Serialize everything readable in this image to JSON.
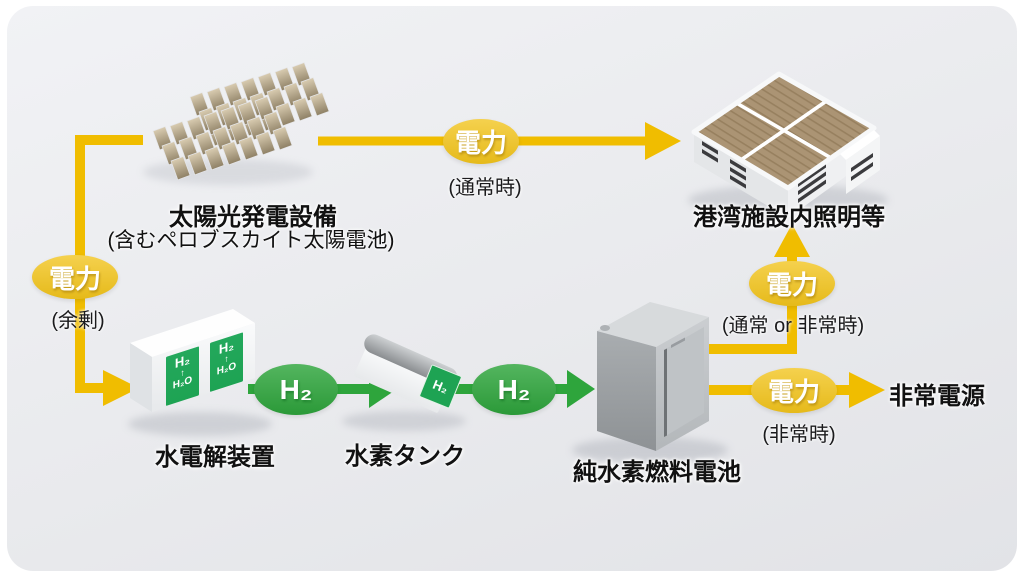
{
  "nodes": {
    "solar": {
      "label": "太陽光発電設備",
      "sublabel": "(含むペロブスカイト太陽電池)"
    },
    "port_facility": {
      "label": "港湾施設内照明等"
    },
    "electrolyzer": {
      "label": "水電解装置",
      "panel": {
        "line1": "H₂",
        "line2": "↑",
        "line3": "H₂O"
      }
    },
    "hydrogen_tank": {
      "label": "水素タンク",
      "tag": "H₂"
    },
    "fuel_cell": {
      "label": "純水素燃料電池"
    },
    "emergency_power": {
      "label": "非常電源"
    }
  },
  "flows": {
    "solar_to_port": {
      "badge": "電力",
      "caption": "(通常時)"
    },
    "solar_to_electrolyzer": {
      "badge": "電力",
      "caption": "(余剰)"
    },
    "electrolyzer_to_tank": {
      "badge": "H₂"
    },
    "tank_to_fuel_cell": {
      "badge": "H₂"
    },
    "fuel_cell_to_port": {
      "badge": "電力",
      "caption": "(通常 or 非常時)"
    },
    "fuel_cell_to_emergency": {
      "badge": "電力",
      "caption": "(非常時)"
    }
  },
  "colors": {
    "power_line": "#F0BD00",
    "power_badge": "#F2C41C",
    "hydrogen": "#2EA53C",
    "hydrogen_badge": "#2EA53C",
    "hydrogen_panel": "#1EA353",
    "background": "#E9EAED",
    "label_text": "#111111",
    "caption_text": "#1B1B1D"
  }
}
